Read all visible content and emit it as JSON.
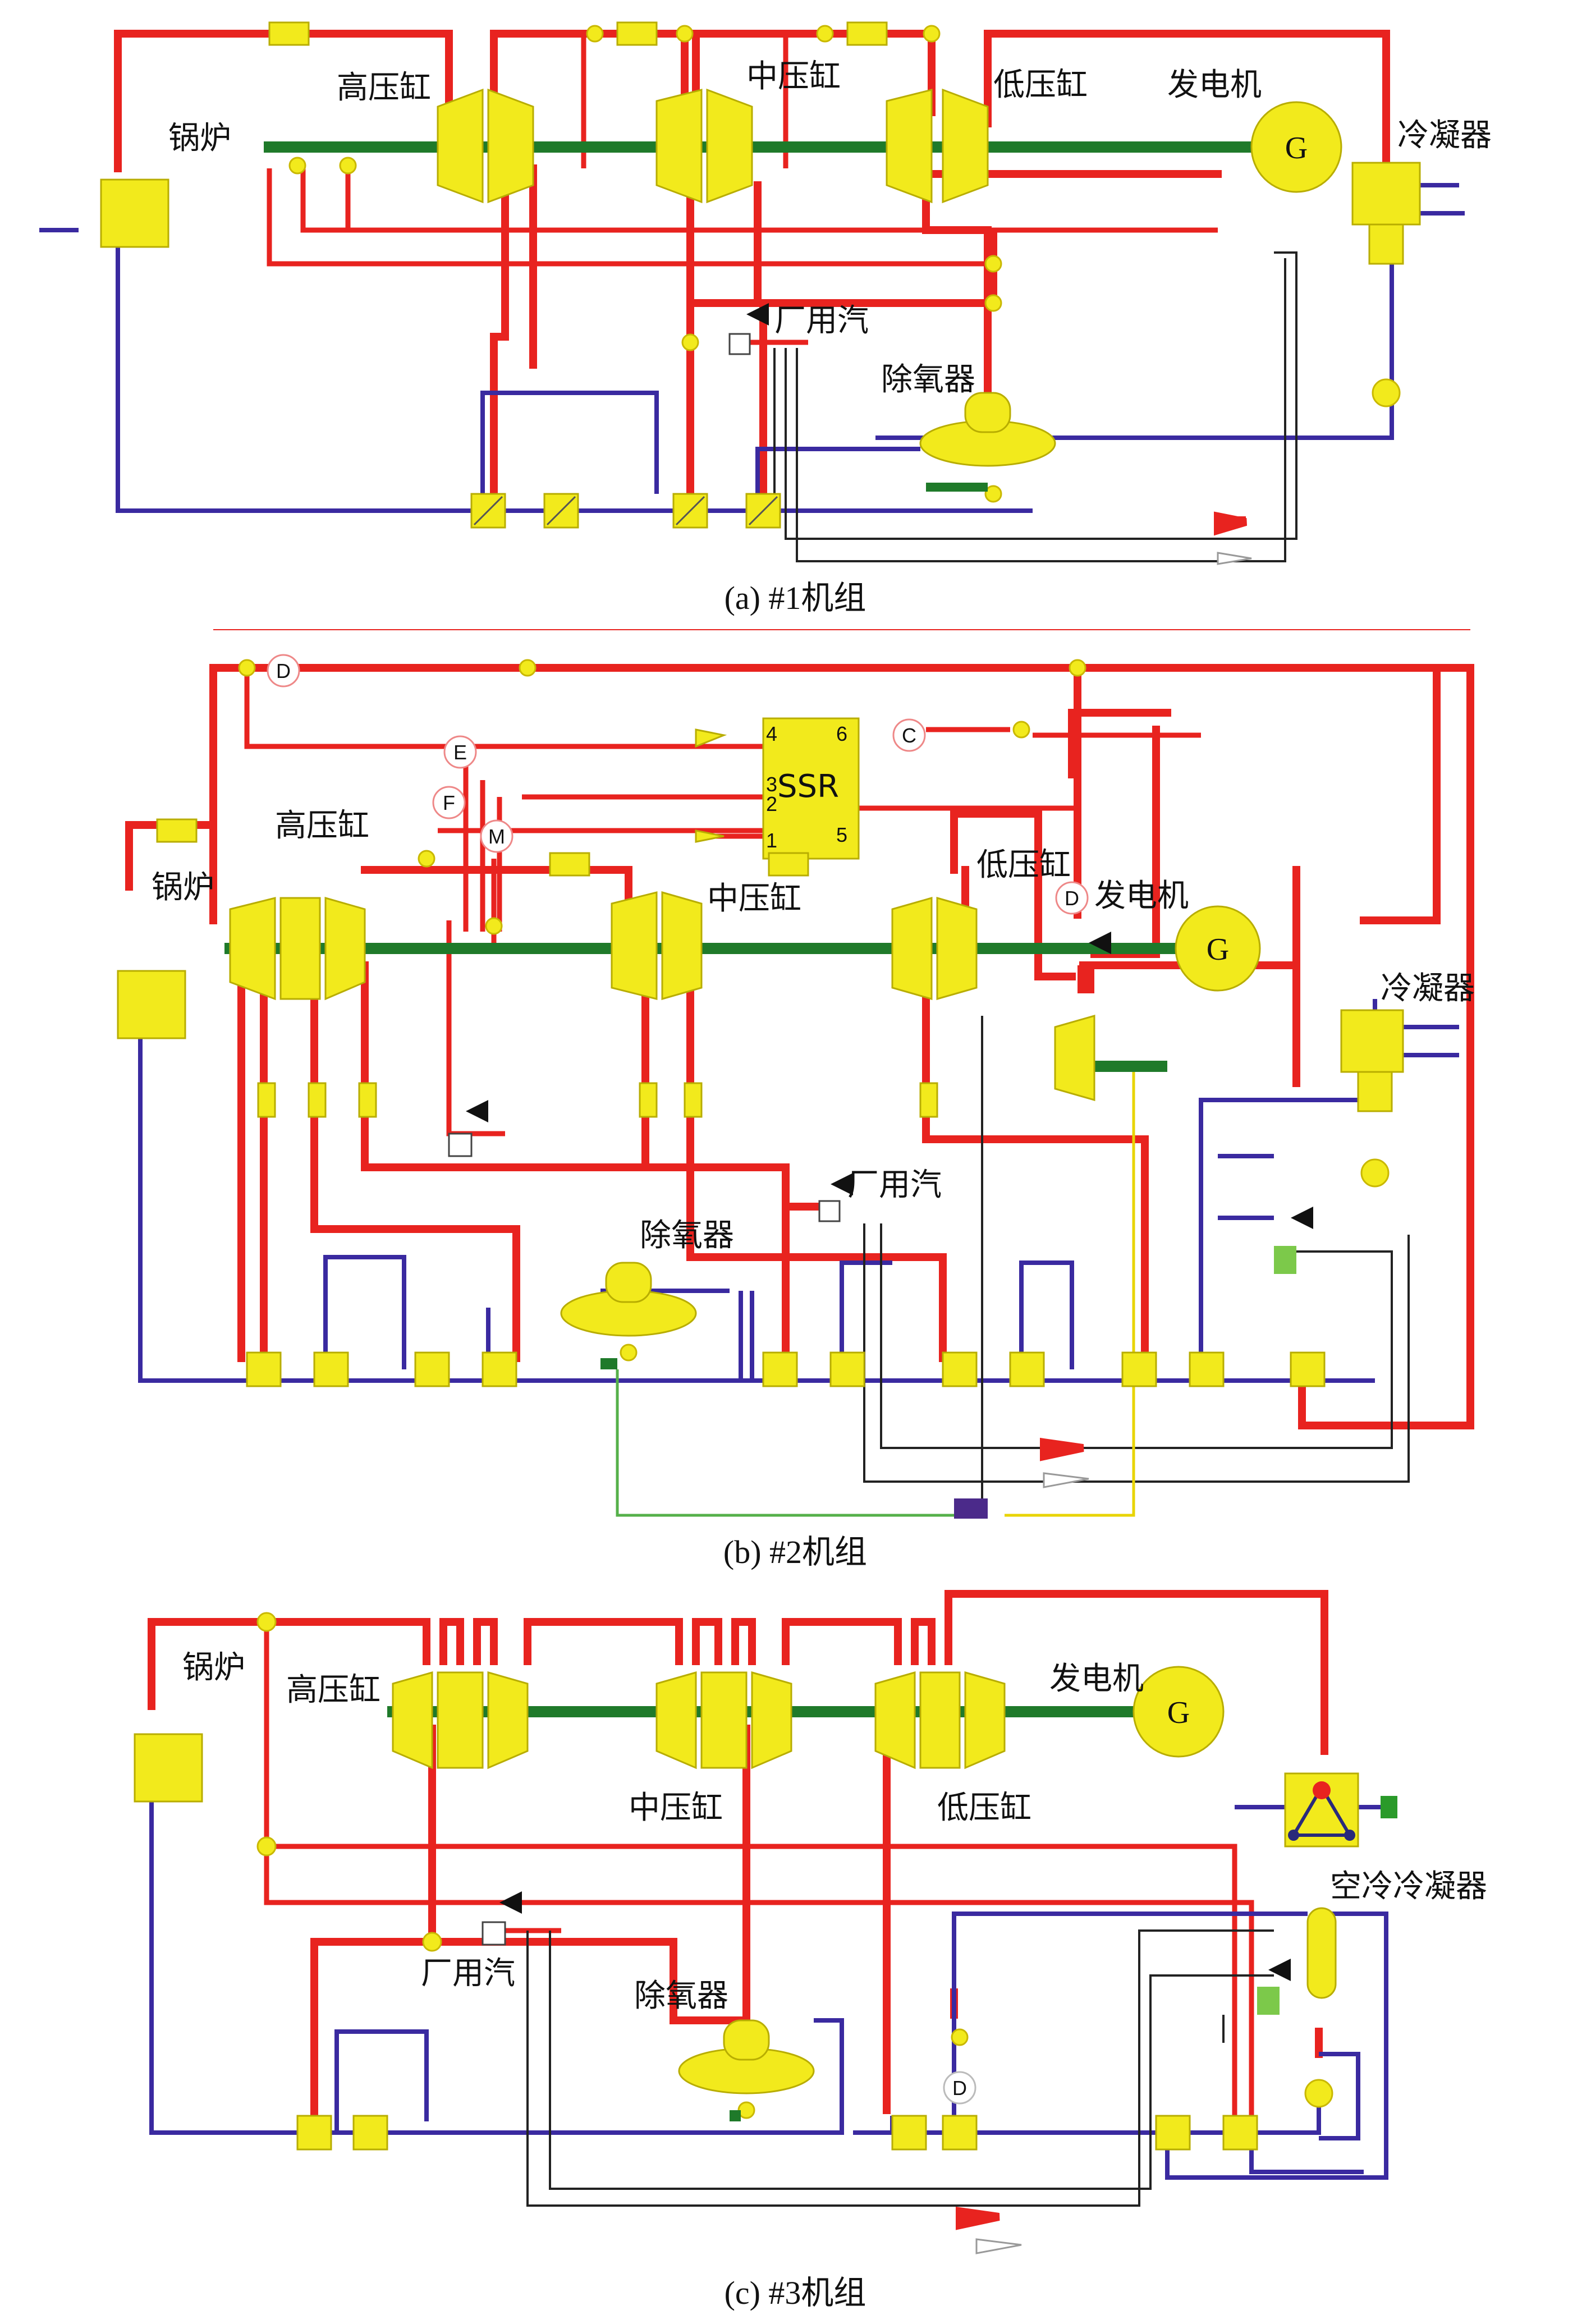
{
  "colors": {
    "steam": "#e8231f",
    "water": "#3a2aa0",
    "shaft": "#1f7a2a",
    "component": "#f2ea1c",
    "signal": "#222222"
  },
  "unit1": {
    "caption": "(a) #1机组",
    "boiler": "锅炉",
    "hp": "高压缸",
    "ip": "中压缸",
    "lp": "低压缸",
    "generator": "发电机",
    "generator_symbol": "G",
    "condenser": "冷凝器",
    "plant_steam": "厂用汽",
    "deaerator": "除氧器"
  },
  "unit2": {
    "caption": "(b) #2机组",
    "boiler": "锅炉",
    "hp": "高压缸",
    "ip": "中压缸",
    "lp": "低压缸",
    "generator": "发电机",
    "generator_symbol": "G",
    "condenser": "冷凝器",
    "plant_steam": "厂用汽",
    "deaerator": "除氧器",
    "ssr": "SSR",
    "ssr_ports": [
      "4",
      "6",
      "3",
      "2",
      "1",
      "5"
    ],
    "markers": [
      "D",
      "E",
      "F",
      "M",
      "C",
      "D"
    ]
  },
  "unit3": {
    "caption": "(c) #3机组",
    "boiler": "锅炉",
    "hp": "高压缸",
    "ip": "中压缸",
    "lp": "低压缸",
    "generator": "发电机",
    "generator_symbol": "G",
    "condenser": "空冷冷凝器",
    "plant_steam": "厂用汽",
    "deaerator": "除氧器",
    "marker": "D"
  }
}
